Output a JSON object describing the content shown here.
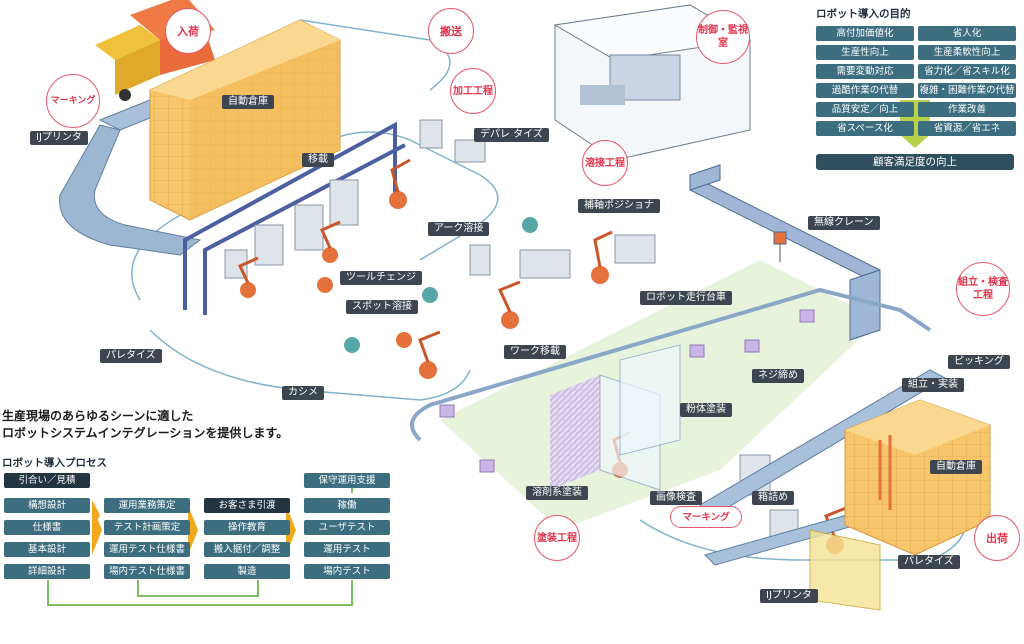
{
  "bubbles": {
    "receiving": "入荷",
    "transport": "搬送",
    "control_room": "制御・監視室",
    "marking_left": "マーキング",
    "processing": "加工工程",
    "welding": "溶接工程",
    "assembly": "組立・検査工程",
    "painting": "塗装工程",
    "shipping": "出荷"
  },
  "labels": {
    "auto_warehouse_top": "自動倉庫",
    "ij_printer_left": "IJプリンタ",
    "transfer": "移載",
    "depalletize": "デパレ タイズ",
    "arc_welding": "アーク溶接",
    "positioner": "補軸ポジショナ",
    "wireless_crane": "無線クレーン",
    "tool_change": "ツールチェンジ",
    "spot_welding": "スポット溶接",
    "robot_traveler": "ロボット走行台車",
    "palletize_left": "パレタイズ",
    "work_transfer": "ワーク移載",
    "caulking": "カシメ",
    "screw_fastening": "ネジ締め",
    "picking": "ピッキング",
    "assembly_mounting": "組立・実装",
    "powder_coating": "粉体塗装",
    "auto_warehouse_right": "自動倉庫",
    "solvent_coating": "溶剤系塗装",
    "image_inspection": "画像検査",
    "boxing": "箱詰め",
    "marking_right": "マーキング",
    "palletize_right": "パレタイズ",
    "ij_printer_right": "IJプリンタ"
  },
  "purpose": {
    "title": "ロボット導入の目的",
    "left": [
      "高付加価値化",
      "生産性向上",
      "需要変動対応",
      "過酷作業の代替",
      "品質安定／向上",
      "省スペース化"
    ],
    "right": [
      "省人化",
      "生産柔軟性向上",
      "省力化／省スキル化",
      "複雑・困難作業の代替",
      "作業改善",
      "省資源／省エネ"
    ],
    "result": "顧客満足度の向上"
  },
  "tagline": {
    "line1": "生産現場のあらゆるシーンに適した",
    "line2": "ロボットシステムインテグレーションを提供します。"
  },
  "process": {
    "title": "ロボット導入プロセス",
    "col1": [
      "引合い／見積",
      "構想設計",
      "仕様書",
      "基本設計",
      "詳細設計"
    ],
    "col2": [
      "運用業務策定",
      "テスト計画策定",
      "運用テスト仕様書",
      "場内テスト仕様書"
    ],
    "col3": [
      "お客さま引渡",
      "操作教育",
      "搬入据付／調整",
      "製造"
    ],
    "col4": [
      "保守運用支援",
      "稼働",
      "ユーザテスト",
      "運用テスト",
      "場内テスト"
    ]
  },
  "colors": {
    "bubble_red": "#e2364e",
    "label_dark": "#3d4650",
    "cell_teal": "#3c6e80",
    "arrow_yellow": "#f2a81d",
    "flow_green": "#6ab84d",
    "conveyor_blue": "#8aa7c8",
    "box_orange": "#f5c163",
    "paint_zone_green": "#e4f1d7"
  }
}
